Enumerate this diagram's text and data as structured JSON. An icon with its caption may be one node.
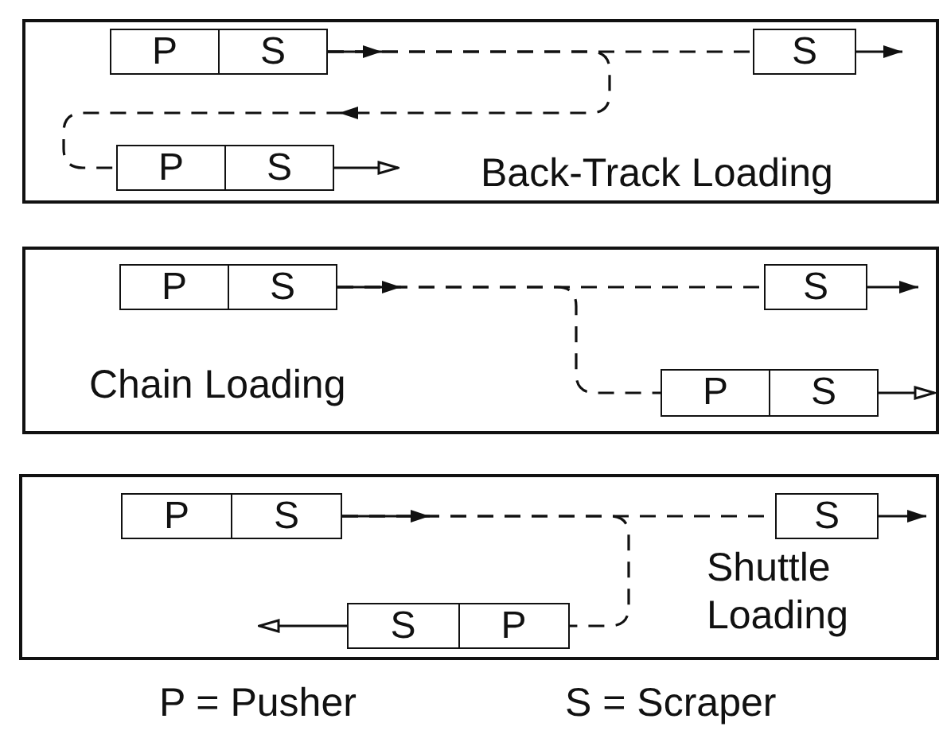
{
  "diagram": {
    "nodes": [
      {
        "text": [
          "Back-Track Loading"
        ]
      },
      {
        "text": [
          "P",
          "S"
        ],
        "in": 0
      },
      {
        "text": [
          "S"
        ],
        "in": 0
      },
      {
        "text": [
          "P",
          "S"
        ],
        "in": 0
      },
      {
        "text": [
          "Chain Loading"
        ]
      },
      {
        "text": [
          "P",
          "S"
        ],
        "in": 4
      },
      {
        "text": [
          "S"
        ],
        "in": 4
      },
      {
        "text": [
          "P",
          "S"
        ],
        "in": 4
      },
      {
        "text": [
          "Shuttle Loading"
        ]
      },
      {
        "text": [
          "P",
          "S"
        ],
        "in": 8
      },
      {
        "text": [
          "S"
        ],
        "in": 8
      },
      {
        "text": [
          "S",
          "P"
        ],
        "in": 8
      }
    ],
    "edges": [
      {
        "from": 1,
        "to": null,
        "arrow": "to"
      },
      {
        "from": 1,
        "to": 2,
        "arrow": "none",
        "style": "dashed"
      },
      {
        "from": 1,
        "to": 3,
        "arrow": "to",
        "style": "dashed"
      },
      {
        "from": 2,
        "to": null,
        "arrow": "to"
      },
      {
        "from": 3,
        "to": null,
        "arrow": "to"
      },
      {
        "from": 5,
        "to": null,
        "arrow": "to"
      },
      {
        "from": 5,
        "to": 6,
        "arrow": "none",
        "style": "dashed"
      },
      {
        "from": 5,
        "to": 7,
        "arrow": "none",
        "style": "dashed"
      },
      {
        "from": 6,
        "to": null,
        "arrow": "to"
      },
      {
        "from": 7,
        "to": null,
        "arrow": "to"
      },
      {
        "from": 9,
        "to": null,
        "arrow": "to"
      },
      {
        "from": 9,
        "to": 10,
        "arrow": "none",
        "style": "dashed"
      },
      {
        "from": 9,
        "to": 11,
        "arrow": "none",
        "style": "dashed"
      },
      {
        "from": 10,
        "to": null,
        "arrow": "to"
      },
      {
        "from": 11,
        "to": null,
        "arrow": "to"
      }
    ],
    "labels": [
      "P = Pusher",
      "S = Scraper"
    ]
  }
}
